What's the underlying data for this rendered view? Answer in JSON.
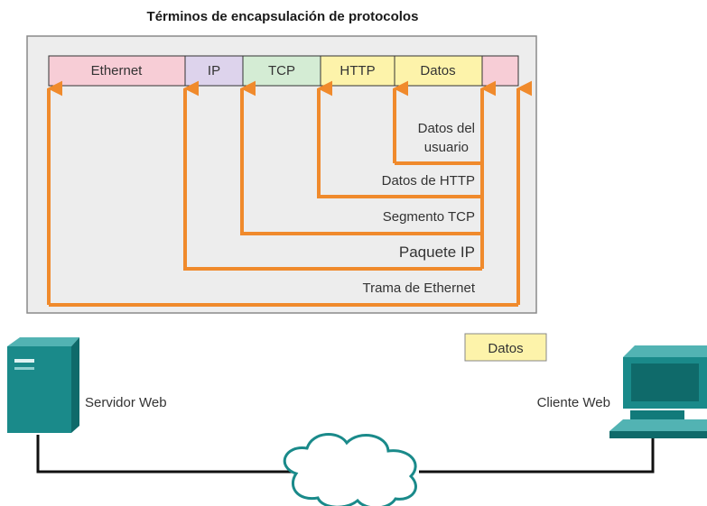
{
  "title": "Términos de encapsulación de protocolos",
  "segments": [
    {
      "label": "Ethernet",
      "color": "#f7cdd6"
    },
    {
      "label": "IP",
      "color": "#ddd3ec"
    },
    {
      "label": "TCP",
      "color": "#d4ecd4"
    },
    {
      "label": "HTTP",
      "color": "#fdf3aa"
    },
    {
      "label": "Datos",
      "color": "#fdf3aa"
    },
    {
      "label": "",
      "color": "#f7cdd6"
    }
  ],
  "pdu_labels": {
    "user_data_line1": "Datos del",
    "user_data_line2": "usuario",
    "http_data": "Datos de HTTP",
    "tcp_segment": "Segmento TCP",
    "ip_packet": "Paquete IP",
    "ethernet_frame": "Trama de Ethernet"
  },
  "network": {
    "server_label": "Servidor Web",
    "client_label": "Cliente Web",
    "data_badge": "Datos"
  },
  "colors": {
    "arrow": "#f08a2c",
    "panel_fill": "#ededed",
    "panel_border": "#8a8a8a",
    "device": "#1a8a8a",
    "badge_fill": "#fdf3aa"
  }
}
